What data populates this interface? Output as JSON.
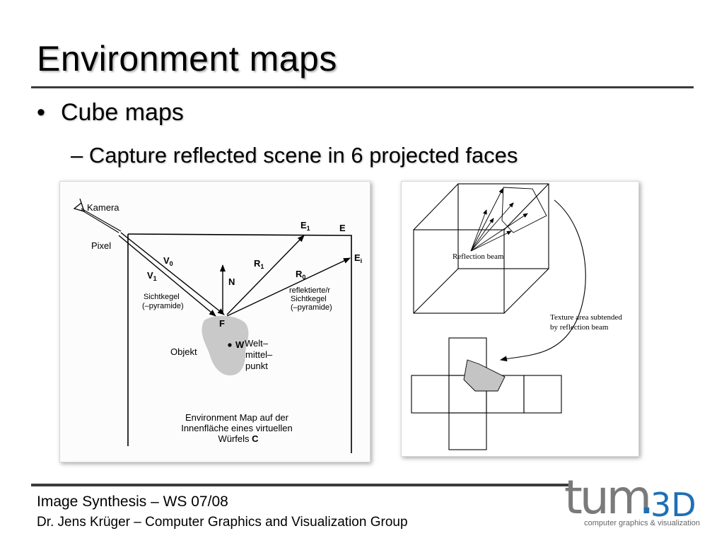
{
  "slide": {
    "title": "Environment maps",
    "bullet_level1": "Cube maps",
    "bullet_level2": "– Capture reflected scene in 6 projected faces"
  },
  "figure_left": {
    "kamera": "Kamera",
    "pixel": "Pixel",
    "v0": "V",
    "v0_sub": "0",
    "v1": "V",
    "v1_sub": "1",
    "n": "N",
    "r1": "R",
    "r1_sub": "1",
    "r0": "R",
    "r0_sub": "0",
    "e1": "E",
    "e1_sub": "1",
    "e": "E",
    "ei": "E",
    "ei_sub": "i",
    "f": "F",
    "w": "W",
    "sichtkegel_line1": "Sichtkegel",
    "sichtkegel_line2": "(–pyramide)",
    "reflektierte_line1": "reflektierte/r",
    "reflektierte_line2": "Sichtkegel",
    "reflektierte_line3": "(–pyramide)",
    "objekt": "Objekt",
    "welt_line1": "Welt–",
    "welt_line2": "mittel–",
    "welt_line3": "punkt",
    "caption_line1": "Environment Map auf der",
    "caption_line2": "Innenfläche eines virtuellen",
    "caption_line3": "Würfels",
    "caption_c": "C"
  },
  "figure_right": {
    "reflection_beam": "Reflection beam",
    "texture_line1": "Texture area subtended",
    "texture_line2": "by reflection beam"
  },
  "footer": {
    "line1": "Image Synthesis – WS 07/08",
    "line2": "Dr. Jens Krüger – Computer Graphics and Visualization Group"
  },
  "logo": {
    "wordmark": "tum",
    "dot": ".",
    "number": "3D",
    "tagline": "computer graphics & visualization"
  },
  "colors": {
    "logo_gray": "#7a7a7a",
    "logo_blue": "#1f6fb5"
  }
}
